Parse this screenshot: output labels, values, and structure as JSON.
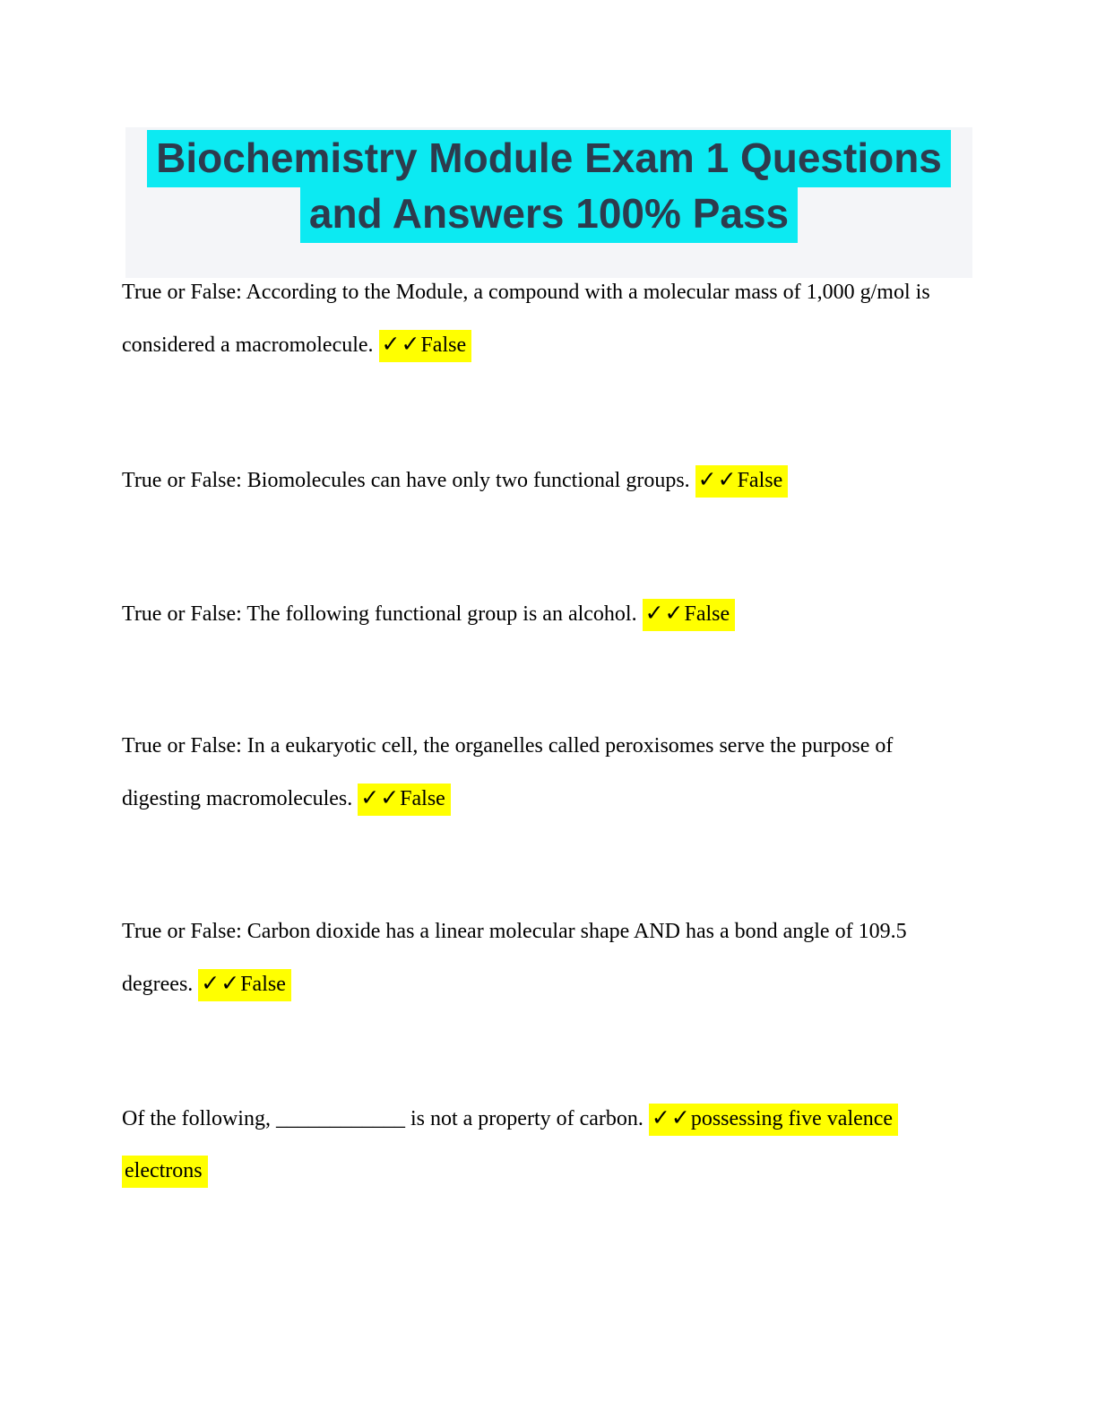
{
  "header": {
    "title_line1": "Biochemistry Module Exam 1 Questions",
    "title_line2": "and Answers 100% Pass"
  },
  "marks": {
    "check": "✓✓"
  },
  "colors": {
    "title_text": "#2d3b4d",
    "title_highlight": "#0ceaf2",
    "answer_highlight": "#ffff00",
    "panel_background": "#f4f5f8",
    "body_text": "#000000"
  },
  "questions": [
    {
      "text": "True or False: According to the Module, a compound with a molecular mass of 1,000 g/mol is considered a macromolecule.",
      "answer": "False"
    },
    {
      "text": "True or False: Biomolecules can have only two functional groups.",
      "answer": "False"
    },
    {
      "text": "True or False: The following functional group is an alcohol.",
      "answer": "False"
    },
    {
      "text": "True or False: In a eukaryotic cell, the organelles called peroxisomes serve the purpose of digesting macromolecules.",
      "answer": "False"
    },
    {
      "text": "True or False: Carbon dioxide has a linear molecular shape AND has a bond angle of 109.5 degrees.",
      "answer": "False"
    },
    {
      "text": "Of the following, ____________ is not a property of carbon.",
      "answer": "possessing five valence electrons"
    }
  ]
}
